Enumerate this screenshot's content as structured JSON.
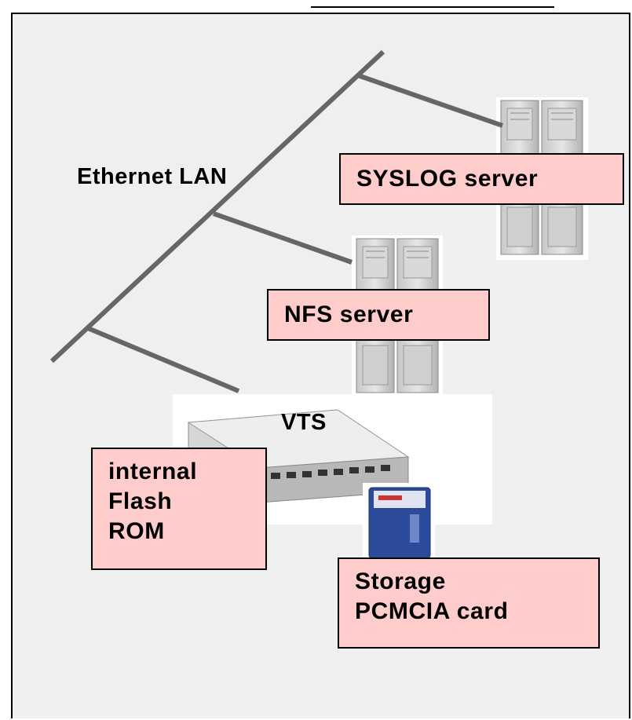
{
  "labels": {
    "lan": "Ethernet LAN",
    "syslog": "SYSLOG server",
    "nfs": "NFS server",
    "vts": "VTS",
    "flash": [
      "internal",
      "Flash",
      "ROM"
    ],
    "storage": [
      "Storage",
      "PCMCIA card"
    ]
  },
  "colors": {
    "panel_background": "#efefef",
    "label_box_fill": "#ffcccc",
    "lan_cable": "#666666",
    "device_white": "#ffffff"
  },
  "icons": {
    "syslog_server": "tower-server-icon",
    "nfs_server": "tower-server-icon",
    "vts_device": "rack-device-icon",
    "pcmcia_card": "pcmcia-card-icon"
  }
}
